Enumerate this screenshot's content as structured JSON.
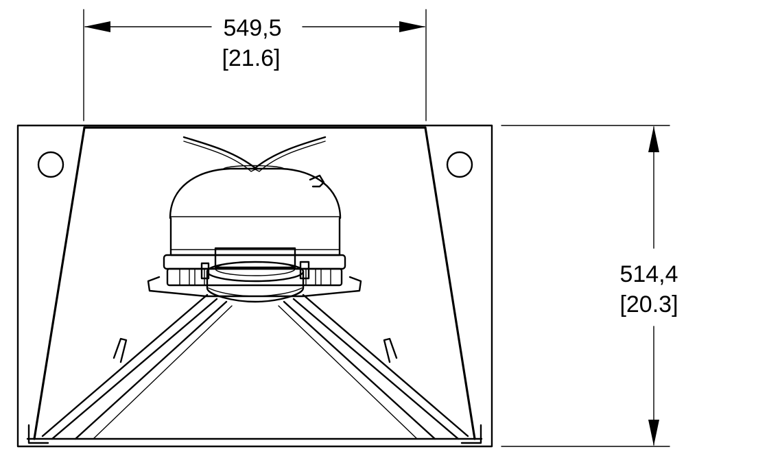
{
  "dimensions": {
    "width": {
      "metric": "549,5",
      "imperial": "[21.6]"
    },
    "height": {
      "metric": "514,4",
      "imperial": "[20.3]"
    }
  }
}
